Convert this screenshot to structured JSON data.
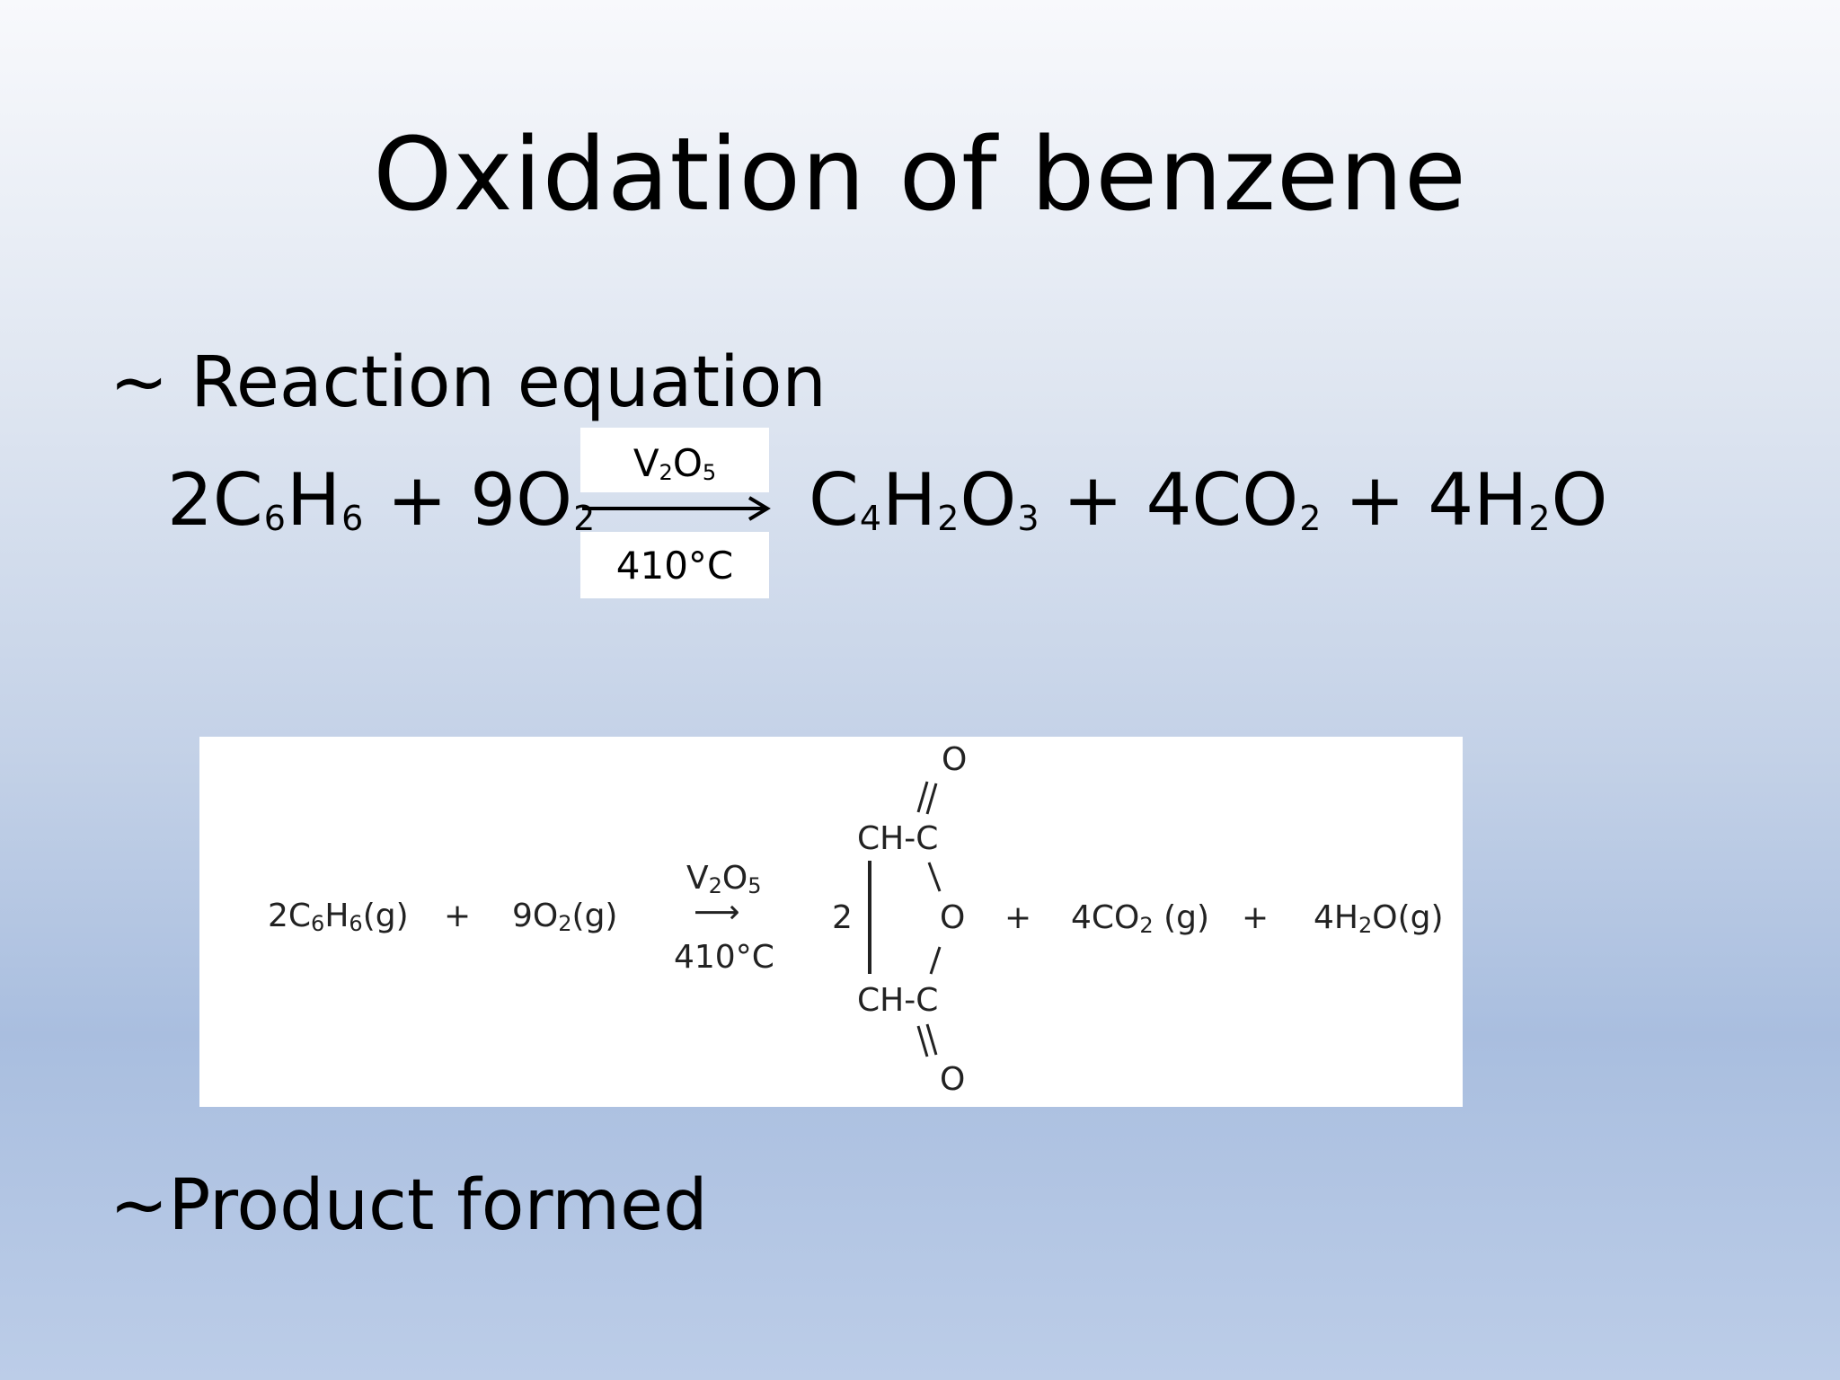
{
  "slide": {
    "title": "Oxidation of benzene",
    "bullet_1": "~ Reaction equation",
    "bullet_2": "~Product formed"
  },
  "equation": {
    "lhs": {
      "coef_a": "2C",
      "sub_a1": "6",
      "mid_a": "H",
      "sub_a2": "6",
      "plus": "+",
      "coef_b": "9O",
      "sub_b": "2"
    },
    "catalyst": {
      "main_a": "V",
      "sub_a": "2",
      "main_b": "O",
      "sub_b": "5"
    },
    "temperature": "410°C",
    "rhs": {
      "c": "C",
      "c_sub": "4",
      "h": "H",
      "h_sub": "2",
      "o": "O",
      "o_sub": "3",
      "plus1": "+",
      "co2_coef": "4CO",
      "co2_sub": "2",
      "plus2": "+",
      "h2o_coef": "4H",
      "h2o_sub": "2",
      "h2o_o": "O"
    }
  },
  "diagram": {
    "r1_a": "2C",
    "r1_s1": "6",
    "r1_b": "H",
    "r1_s2": "6",
    "r1_c": "(g)",
    "plus_a": "+",
    "r2_a": "9O",
    "r2_s": "2",
    "r2_b": "(g)",
    "cat_a": "V",
    "cat_s1": "2",
    "cat_b": "O",
    "cat_s2": "5",
    "arrow_glyph": "⟶",
    "temp": "410°C",
    "coef": "2",
    "ch_top": "CH-C",
    "ch_bottom": "CH-C",
    "o_top": "O",
    "o_ring": "O",
    "o_bottom": "O",
    "plus_b": "+",
    "p2_a": "4CO",
    "p2_s": "2",
    "p2_b": " (g)",
    "plus_c": "+",
    "p3_a": "4H",
    "p3_s": "2",
    "p3_b": "O(g)"
  }
}
